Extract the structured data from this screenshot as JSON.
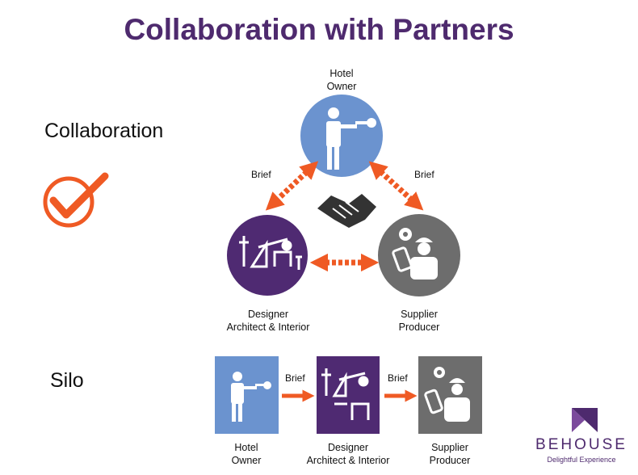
{
  "title": "Collaboration with Partners",
  "sections": {
    "collaboration": "Collaboration",
    "silo": "Silo"
  },
  "roles": {
    "hotel_owner": [
      "Hotel",
      "Owner"
    ],
    "designer": [
      "Designer",
      "Architect & Interior"
    ],
    "supplier": [
      "Supplier",
      "Producer"
    ]
  },
  "brief_label": "Brief",
  "brand": {
    "name": "BEHOUSE",
    "tagline": "Delightful Experience"
  },
  "colors": {
    "title": "#4e2a6e",
    "owner": "#6b93cf",
    "designer": "#4f2a72",
    "supplier": "#6d6d6d",
    "arrow": "#ef5a24"
  }
}
